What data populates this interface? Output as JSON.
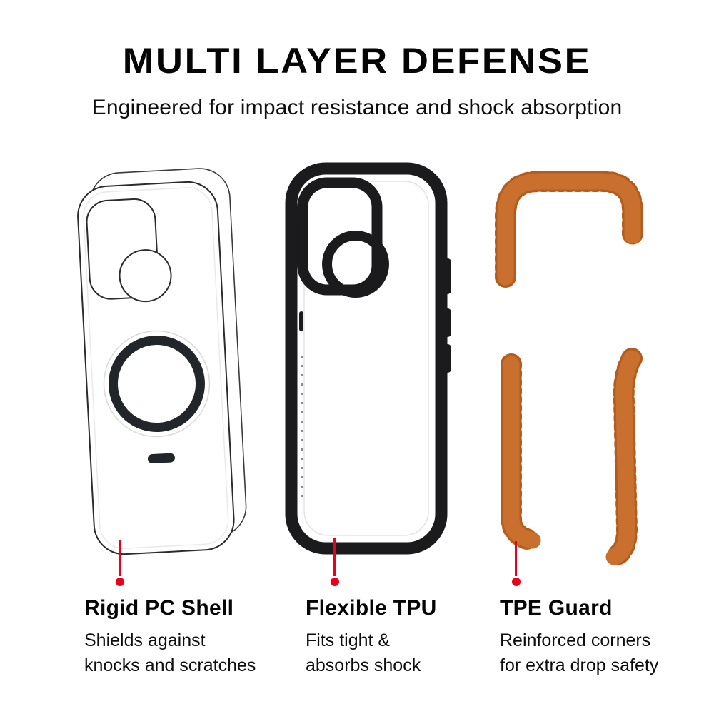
{
  "header": {
    "title": "MULTI LAYER DEFENSE",
    "subtitle": "Engineered for impact resistance and shock absorption"
  },
  "colors": {
    "callout_red": "#e8001c",
    "tpe_orange": "#c9702f",
    "tpe_orange_dark": "#b35c1e",
    "case_black": "#1b1b1d"
  },
  "features": [
    {
      "name": "Rigid PC Shell",
      "lines": [
        "Shields against",
        "knocks and scratches"
      ]
    },
    {
      "name": "Flexible TPU",
      "lines": [
        "Fits tight &",
        "absorbs shock"
      ]
    },
    {
      "name": "TPE Guard",
      "lines": [
        "Reinforced corners",
        "for extra drop safety"
      ]
    }
  ]
}
